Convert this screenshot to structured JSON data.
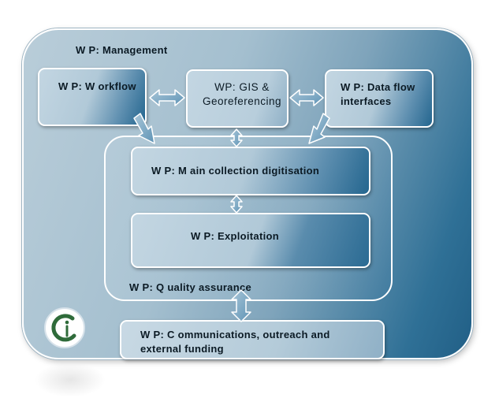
{
  "diagram": {
    "management_label": "W P: Management",
    "workflow_label": "W P: W orkflow",
    "gis_line1": "WP: GIS &",
    "gis_line2": "Georeferencing",
    "dataflow_line1": "W P: Data flow",
    "dataflow_line2": "interfaces",
    "main_collection_label": "W P: M ain collection digitisation",
    "exploitation_label": "W P: Exploitation",
    "quality_label": "W P: Q uality assurance",
    "comms_line1": "W P: C ommunications, outreach and",
    "comms_line2": "external funding",
    "logo_icon": "ci-logo-icon",
    "colors": {
      "outer_light": "#b9cdd9",
      "outer_dark": "#215f86",
      "arrow": "#6fa0bf",
      "logo_green": "#2f6b3a"
    }
  }
}
